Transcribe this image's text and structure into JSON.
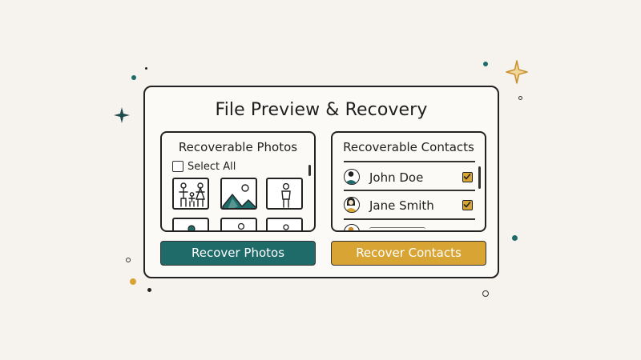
{
  "window": {
    "title": "File Preview & Recovery"
  },
  "photos_panel": {
    "title": "Recoverable Photos",
    "select_all_label": "Select All",
    "select_all_checked": false,
    "thumbnails": [
      "family-photo-icon",
      "landscape-photo-icon",
      "person-photo-icon"
    ]
  },
  "contacts_panel": {
    "title": "Recoverable Contacts",
    "contacts": [
      {
        "name": "John Doe",
        "checked": true
      },
      {
        "name": "Jane Smith",
        "checked": true
      }
    ]
  },
  "buttons": {
    "recover_photos": "Recover Photos",
    "recover_contacts": "Recover Contacts"
  },
  "colors": {
    "background": "#f6f3ef",
    "teal": "#1e6b6a",
    "gold": "#d8a534",
    "dark": "#222222"
  }
}
